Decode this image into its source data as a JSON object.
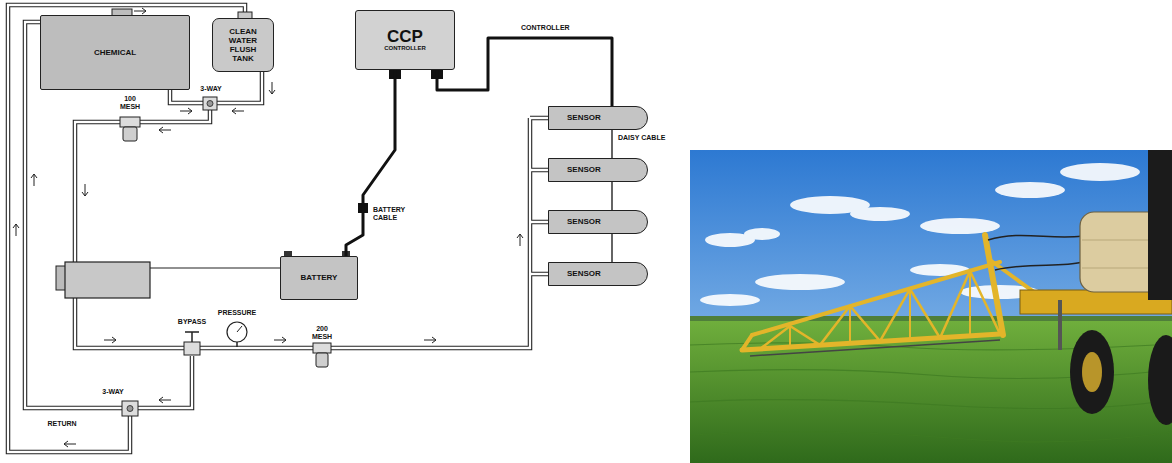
{
  "diagram": {
    "nodes": [
      {
        "text": [
          "CHEMICAL"
        ]
      },
      {
        "text": [
          "CLEAN WATER FLUSH TANK"
        ]
      },
      {
        "text": [
          "CCP",
          "CONTROLLER"
        ]
      },
      {
        "text": [
          "SENSOR"
        ]
      },
      {
        "text": [
          "SENSOR"
        ]
      },
      {
        "text": [
          "SENSOR"
        ]
      },
      {
        "text": [
          "SENSOR"
        ]
      },
      {
        "text": [
          "BATTERY"
        ]
      }
    ],
    "edges": [
      {
        "from": 2,
        "to": 3,
        "label": "CONTROLLER",
        "arrow": "none"
      },
      {
        "from": 2,
        "to": 7,
        "label": "BATTERY CABLE",
        "arrow": "none"
      },
      {
        "from": 3,
        "to": 4,
        "label": "DAISY CABLE",
        "arrow": "none"
      },
      {
        "from": 4,
        "to": 5,
        "arrow": "none"
      },
      {
        "from": 5,
        "to": 6,
        "arrow": "none"
      }
    ],
    "labels": [
      "3-WAY",
      "100 MESH",
      "BYPASS",
      "PRESSURE",
      "200 MESH",
      "3-WAY",
      "RETURN"
    ]
  }
}
